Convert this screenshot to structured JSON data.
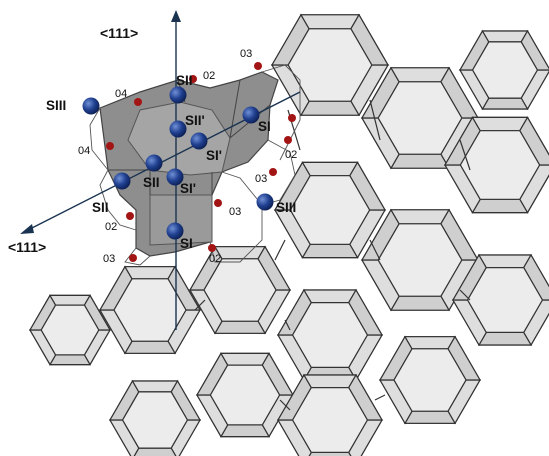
{
  "axes": {
    "vertical_label": "<111>",
    "diagonal_label": "<111>"
  },
  "cation_sites": {
    "siii_left": "SIII",
    "sii_top": "SII",
    "sii_prime_upper": "SII'",
    "si_right": "SI",
    "si_prime_right": "SI'",
    "sii_mid": "SII",
    "si_prime_mid": "SI'",
    "sii_left": "SII",
    "si_bottom": "SI",
    "siii_right": "SIII"
  },
  "oxygen_labels": {
    "o3_top": "03",
    "o2_top": "02",
    "o4_left": "04",
    "o4_left2": "04",
    "o2_right": "02",
    "o3_right": "03",
    "o3_mid": "03",
    "o2_left": "02",
    "o3_left": "03",
    "o2_bottom": "02"
  },
  "colors": {
    "framework_fill": "#e6e6e6",
    "framework_stroke": "#333333",
    "supercage_fill": "#8f8f8f",
    "cation": "#1f3f8f",
    "oxygen": "#a31515",
    "axis": "#1a3350"
  }
}
